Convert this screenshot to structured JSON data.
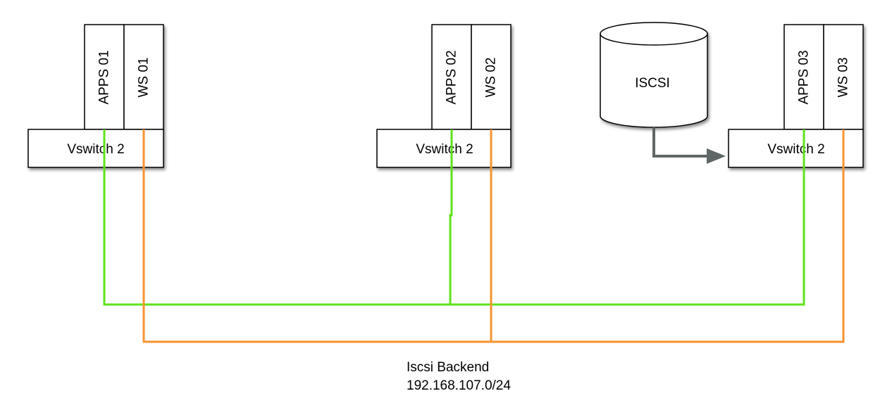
{
  "hosts": [
    {
      "vswitch_label": "Vswitch 2",
      "vms": [
        "APPS 01",
        "WS 01"
      ]
    },
    {
      "vswitch_label": "Vswitch 2",
      "vms": [
        "APPS 02",
        "WS 02"
      ]
    },
    {
      "vswitch_label": "Vswitch 2",
      "vms": [
        "APPS 03",
        "WS 03"
      ]
    }
  ],
  "storage": {
    "label": "ISCSI"
  },
  "network": {
    "name": "Iscsi Backend",
    "subnet": "192.168.107.0/24"
  },
  "colors": {
    "apps_line": "#5ee21b",
    "ws_line": "#f59331",
    "arrow": "#5f6666",
    "box_stroke": "#000000",
    "shadow": "#9a9a9a"
  }
}
